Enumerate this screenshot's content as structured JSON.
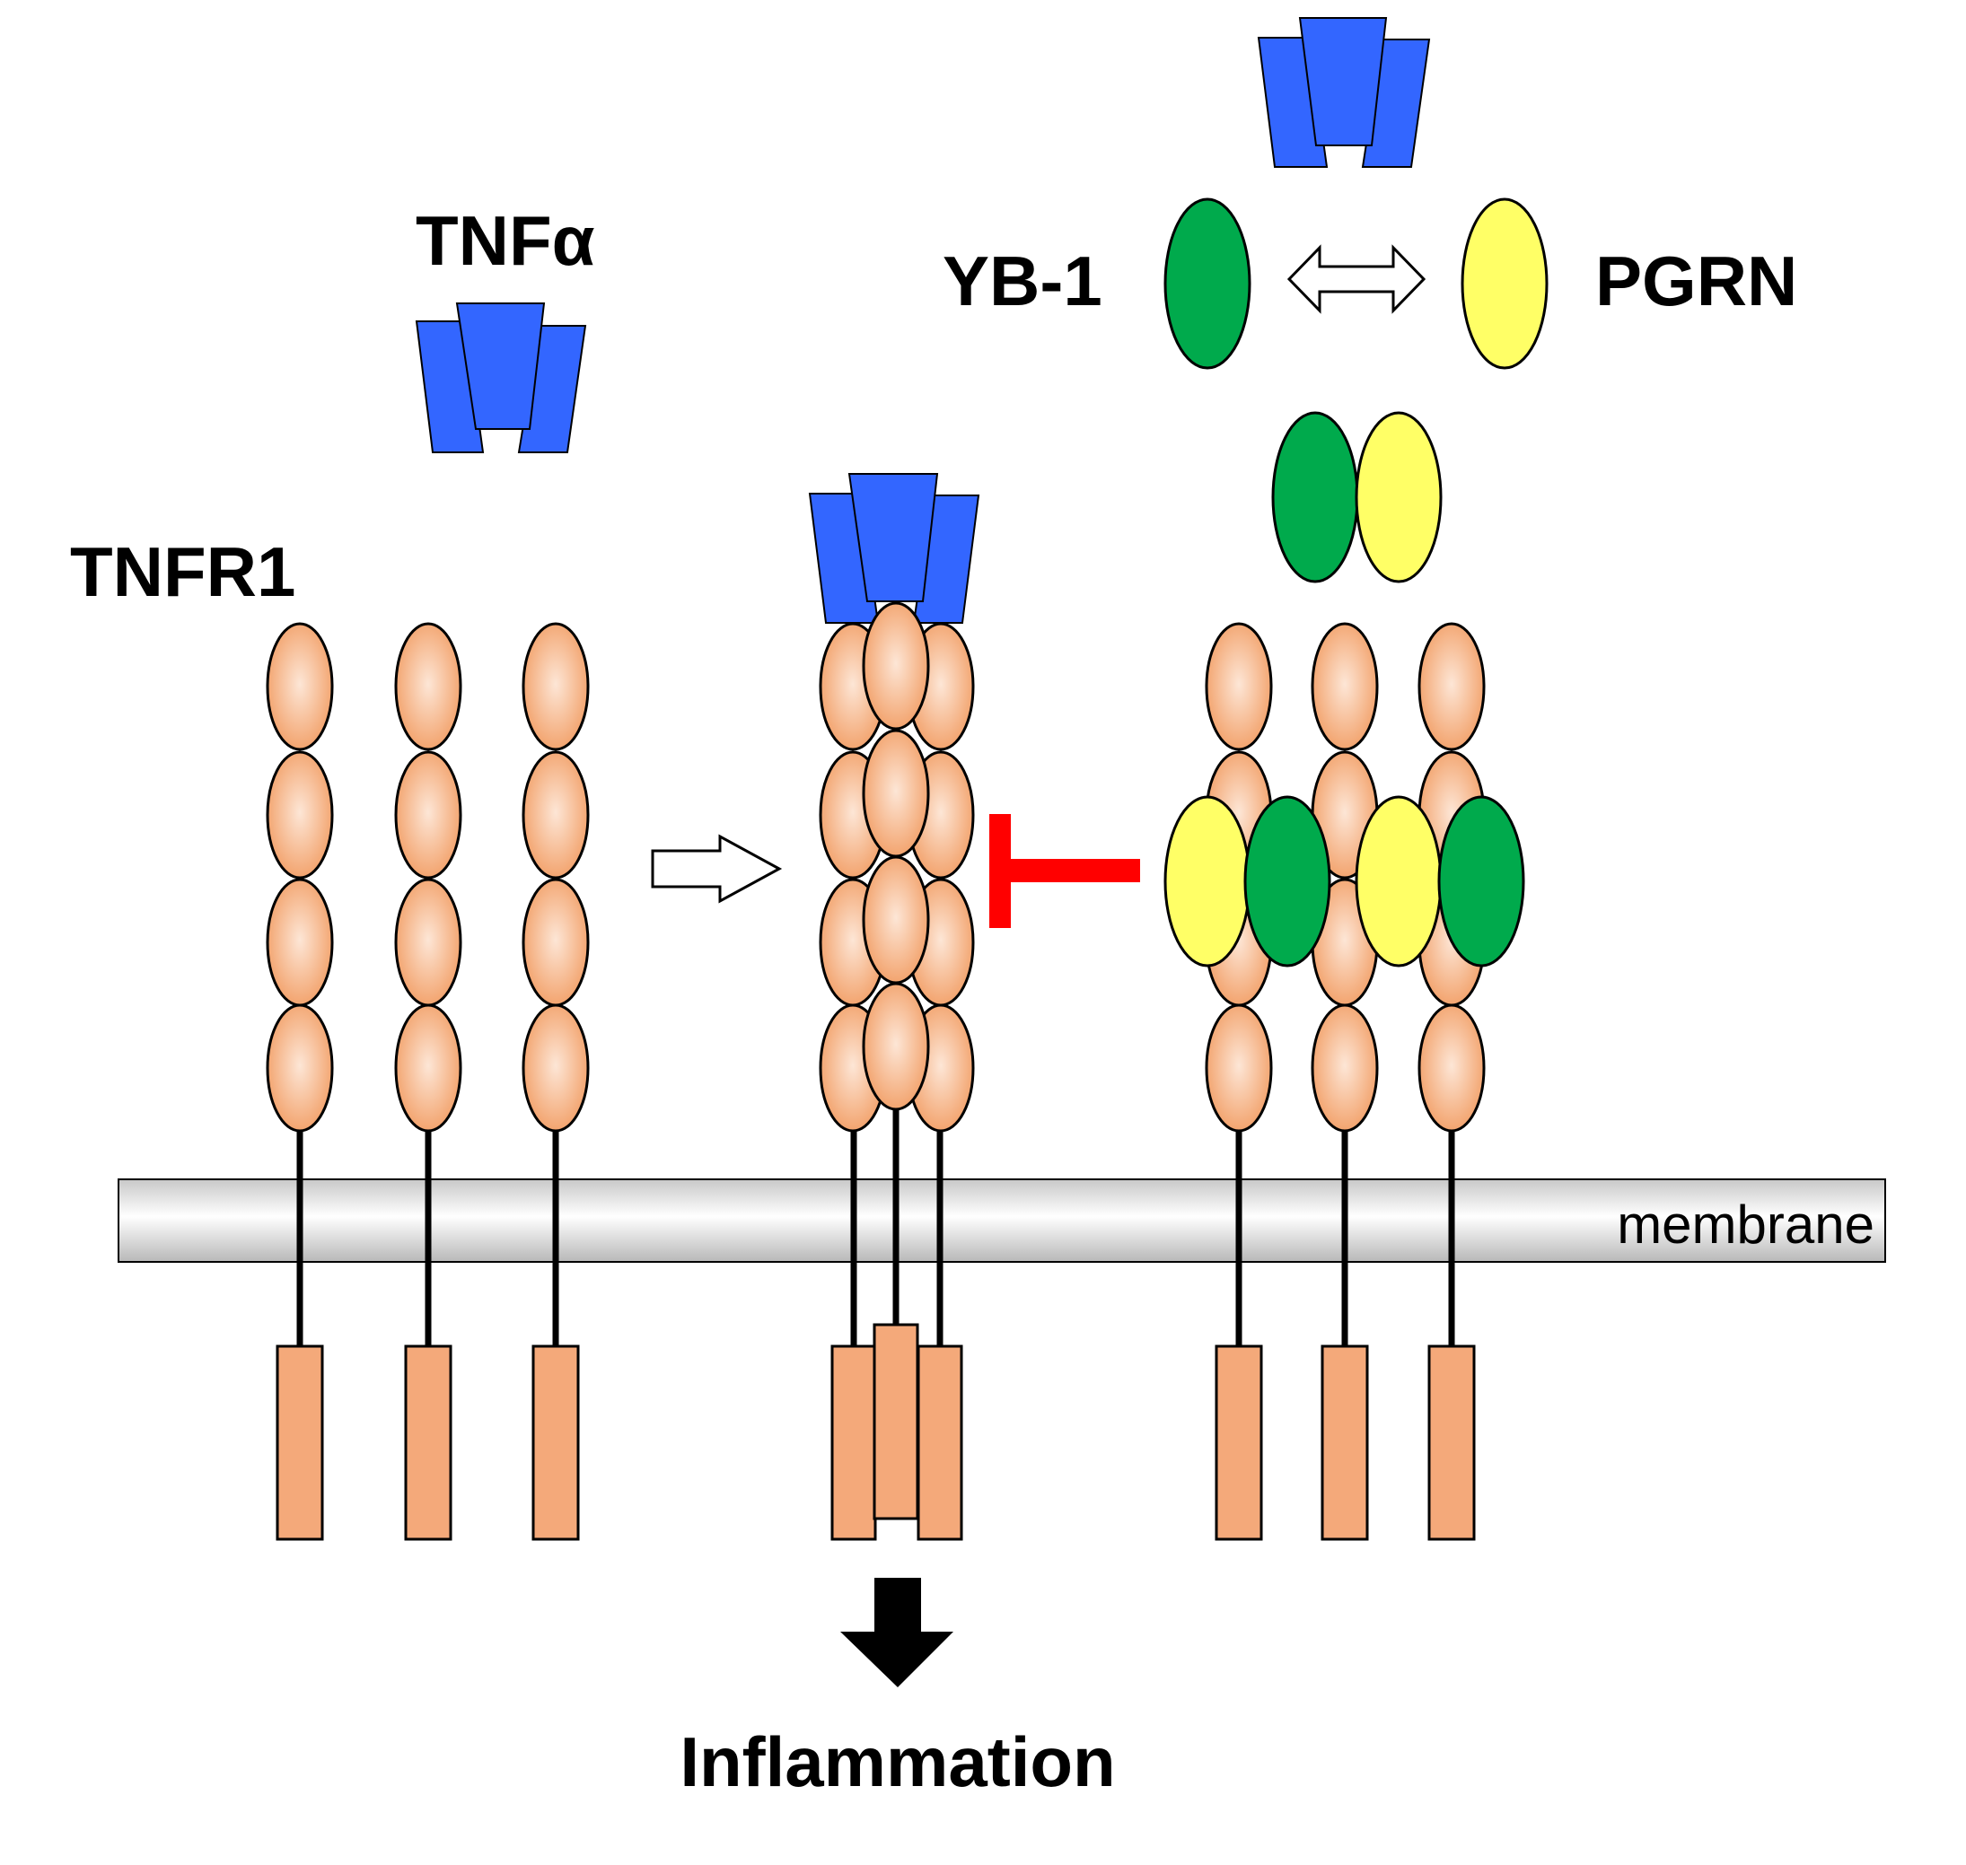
{
  "labels": {
    "tnf_alpha": "TNFα",
    "tnfr1": "TNFR1",
    "yb1": "YB-1",
    "pgrn": "PGRN",
    "membrane": "membrane",
    "inflammation": "Inflammation"
  },
  "colors": {
    "tnf_ligand": "#3366FF",
    "receptor_fill": "#F4A97A",
    "yb1": "#00AA4C",
    "pgrn": "#FFFF66",
    "inhibition": "#FF0000",
    "membrane": "#E2E2E2",
    "outline": "#000000"
  },
  "icons": {
    "activation_arrow": "hollow-right-arrow-icon",
    "binding_arrow": "hollow-double-arrow-icon",
    "inhibition": "t-bar-inhibition-icon",
    "downstream_arrow": "solid-down-arrow-icon"
  }
}
